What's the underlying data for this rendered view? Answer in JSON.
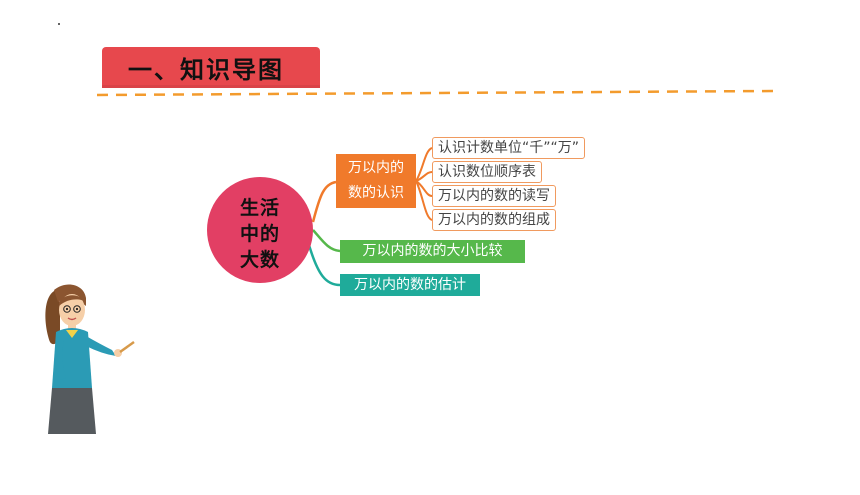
{
  "section": {
    "title": "一、知识导图"
  },
  "mindmap": {
    "center": {
      "line1": "生活",
      "line2": "中的",
      "line3": "大数"
    },
    "branch1": {
      "line1": "万以内的",
      "line2": "数的认识",
      "color": "#f07a2b",
      "leaves": [
        "认识计数单位“千”“万”",
        "认识数位顺序表",
        "万以内的数的读写",
        "万以内的数的组成"
      ]
    },
    "branch2": {
      "label": "万以内的数的大小比较",
      "color": "#56b84b"
    },
    "branch3": {
      "label": "万以内的数的估计",
      "color": "#1fab9a"
    }
  },
  "colors": {
    "banner": "#e7484d",
    "dash": "#f39b2d",
    "center": "#e23f64"
  },
  "illustration": {
    "icon": "teacher-pointing-icon"
  }
}
